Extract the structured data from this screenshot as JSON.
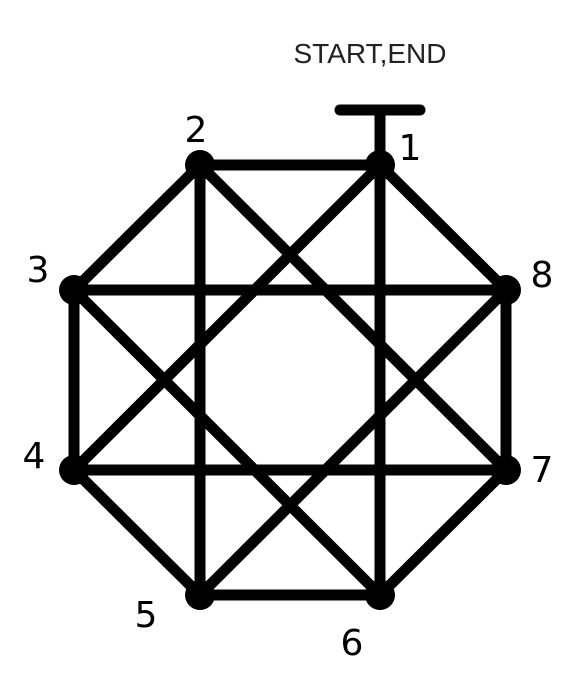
{
  "start_end_label": "START,END",
  "colors": {
    "line": "#000000",
    "node": "#000000",
    "background": "#ffffff"
  },
  "nodes": [
    {
      "id": "1",
      "label": "1"
    },
    {
      "id": "2",
      "label": "2"
    },
    {
      "id": "3",
      "label": "3"
    },
    {
      "id": "4",
      "label": "4"
    },
    {
      "id": "5",
      "label": "5"
    },
    {
      "id": "6",
      "label": "6"
    },
    {
      "id": "7",
      "label": "7"
    },
    {
      "id": "8",
      "label": "8"
    }
  ],
  "edges": [
    [
      "1",
      "2"
    ],
    [
      "2",
      "3"
    ],
    [
      "3",
      "4"
    ],
    [
      "4",
      "5"
    ],
    [
      "5",
      "6"
    ],
    [
      "6",
      "7"
    ],
    [
      "7",
      "8"
    ],
    [
      "8",
      "1"
    ],
    [
      "1",
      "4"
    ],
    [
      "1",
      "6"
    ],
    [
      "2",
      "5"
    ],
    [
      "2",
      "7"
    ],
    [
      "3",
      "6"
    ],
    [
      "3",
      "8"
    ],
    [
      "4",
      "7"
    ],
    [
      "5",
      "8"
    ]
  ],
  "start_end_node": "1"
}
